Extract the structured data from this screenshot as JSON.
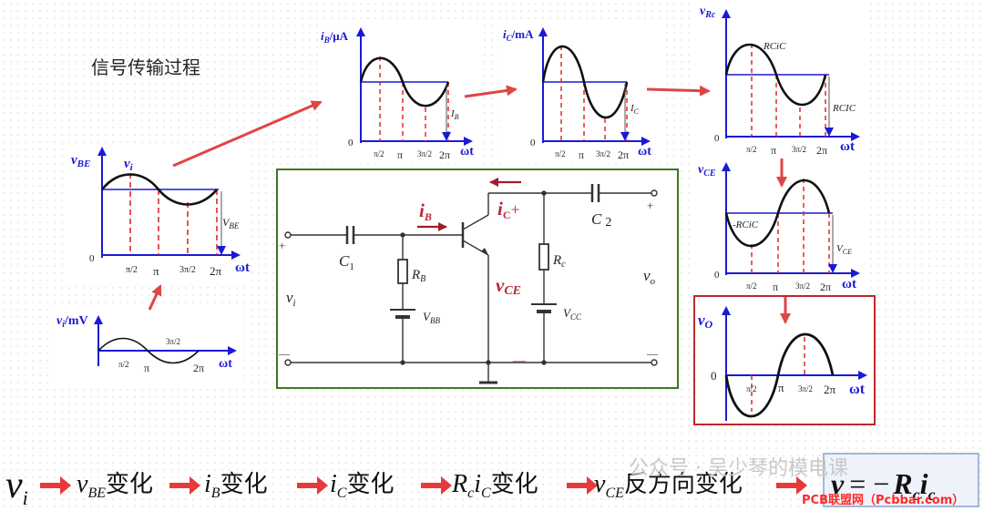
{
  "title": "信号传输过程",
  "watermark": "公众号 · 吴少琴的模电课",
  "source_tag": "PCB联盟网（Pcbbar.com）",
  "colors": {
    "axis": "#1a1ad6",
    "dash": "#e02a2a",
    "curve": "#111111",
    "arrow": "#e04545",
    "circuit_border": "#3a7a20",
    "highlight_border": "#c0282c",
    "label_red": "#b8283a"
  },
  "graphs": {
    "vbe": {
      "ylabel_main": "v",
      "ylabel_sub": "BE",
      "curve_label_main": "v",
      "curve_label_sub": "i",
      "bias_label_main": "V",
      "bias_label_sub": "BE",
      "origin": "0",
      "xlabel": "ωt",
      "ticks": [
        "π/2",
        "π",
        "3π/2",
        "2π"
      ]
    },
    "vi": {
      "ylabel_main": "v",
      "ylabel_sub": "i",
      "ylabel_unit": "/mV",
      "xlabel": "ωt",
      "ticks": [
        "π/2",
        "π",
        "3π/2",
        "2π"
      ]
    },
    "ib": {
      "ylabel_main": "i",
      "ylabel_sub": "B",
      "ylabel_unit": "/μA",
      "bias_label_main": "I",
      "bias_label_sub": "B",
      "origin": "0",
      "xlabel": "ωt",
      "ticks": [
        "π/2",
        "π",
        "3π/2",
        "2π"
      ]
    },
    "ic": {
      "ylabel_main": "i",
      "ylabel_sub": "C",
      "ylabel_unit": "/mA",
      "bias_label_main": "I",
      "bias_label_sub": "C",
      "origin": "0",
      "xlabel": "ωt",
      "ticks": [
        "π/2",
        "π",
        "3π/2",
        "2π"
      ]
    },
    "vrc": {
      "ylabel_main": "v",
      "ylabel_sub": "Rc",
      "curve_label": "RCiC",
      "bias_label": "RCIC",
      "origin": "0",
      "xlabel": "ωt",
      "ticks": [
        "π/2",
        "π",
        "3π/2",
        "2π"
      ]
    },
    "vce": {
      "ylabel_main": "v",
      "ylabel_sub": "CE",
      "curve_label": "-RCiC",
      "bias_label_main": "V",
      "bias_label_sub": "CE",
      "origin": "0",
      "xlabel": "ωt",
      "ticks": [
        "π/2",
        "π",
        "3π/2",
        "2π"
      ]
    },
    "vo": {
      "ylabel_main": "v",
      "ylabel_sub": "O",
      "origin": "0",
      "xlabel": "ωt",
      "ticks": [
        "π/2",
        "π",
        "3π/2",
        "2π"
      ]
    }
  },
  "circuit": {
    "ib": "i",
    "ib_sub": "B",
    "ic": "i",
    "ic_sub": "C",
    "plus": "+",
    "minus": "—",
    "c1": "C",
    "c1_sub": "1",
    "c2": "C",
    "c2_sub": "2",
    "rb": "R",
    "rb_sub": "B",
    "rc": "R",
    "rc_sub": "c",
    "vbb": "V",
    "vbb_sub": "BB",
    "vcc": "V",
    "vcc_sub": "CC",
    "vce": "v",
    "vce_sub": "CE",
    "vi": "v",
    "vi_sub": "i",
    "vo": "v",
    "vo_sub": "o"
  },
  "chain": [
    {
      "main": "v",
      "sub": "i",
      "suffix": ""
    },
    {
      "main": "v",
      "sub": "BE",
      "suffix": "变化"
    },
    {
      "main": "i",
      "sub": "B",
      "suffix": "变化"
    },
    {
      "main": "i",
      "sub": "C",
      "suffix": "变化"
    },
    {
      "main": "R",
      "sub": "c",
      "main2": "i",
      "sub2": "C",
      "suffix": "变化"
    },
    {
      "main": "v",
      "sub": "CE",
      "suffix": "反方向变化"
    }
  ],
  "result": {
    "lhs": "v",
    "rhs_sign": "= −",
    "rhs_main": "R",
    "rhs_sub": "c",
    "rhs_main2": "i",
    "rhs_sub2": "c"
  }
}
